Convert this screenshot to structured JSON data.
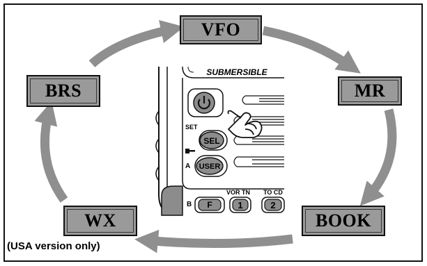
{
  "modes": {
    "vfo": "VFO",
    "mr": "MR",
    "book": "BOOK",
    "wx": "WX",
    "brs": "BRS"
  },
  "note": "(USA version only)",
  "radio": {
    "brand_text": "SUBMERSIBLE",
    "labels": {
      "set": "SET",
      "a": "A",
      "b": "B",
      "vor_tn": "VOR TN",
      "to_cd": "TO CD"
    },
    "buttons": {
      "sel": "SEL",
      "user": "USER",
      "f": "F",
      "one": "1",
      "two": "2"
    },
    "icons": [
      "power-icon",
      "key-icon",
      "pointing-hand-icon"
    ]
  },
  "colors": {
    "box_fill": "#9a9a9a",
    "arrow": "#8f8f8f",
    "border": "#111111"
  }
}
